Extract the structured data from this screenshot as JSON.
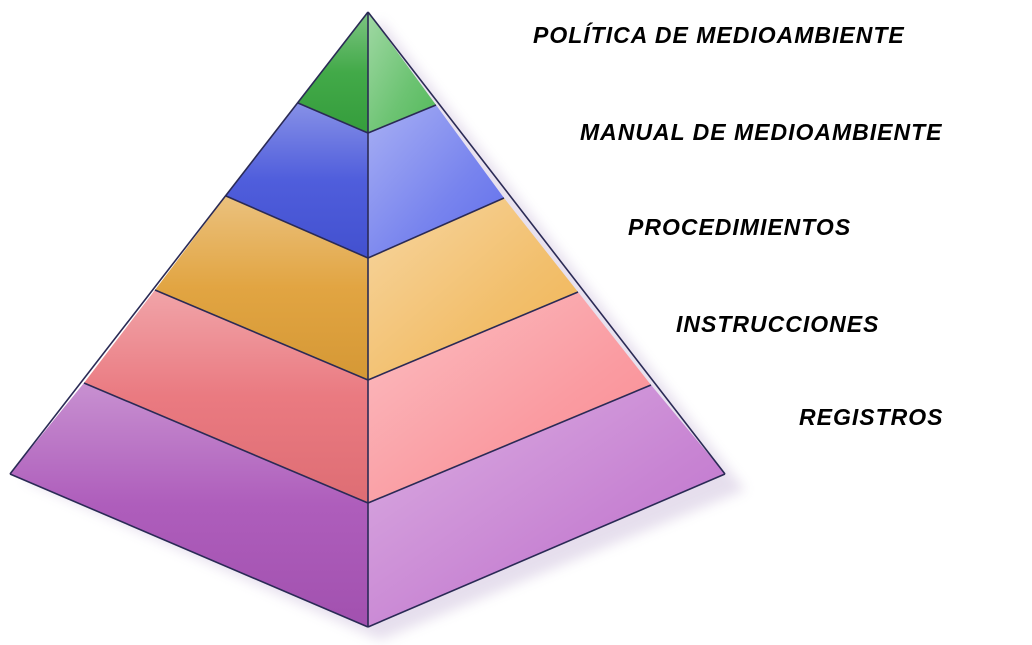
{
  "diagram": {
    "type": "pyramid",
    "levels": [
      {
        "label": "POLÍTICA DE MEDIOAMBIENTE",
        "color": "#3cb043"
      },
      {
        "label": "MANUAL DE MEDIOAMBIENTE",
        "color": "#4a5ae8"
      },
      {
        "label": "PROCEDIMIENTOS",
        "color": "#eeaa3c"
      },
      {
        "label": "INSTRUCCIONES",
        "color": "#f87a82"
      },
      {
        "label": "REGISTROS",
        "color": "#b55ac4"
      }
    ]
  }
}
